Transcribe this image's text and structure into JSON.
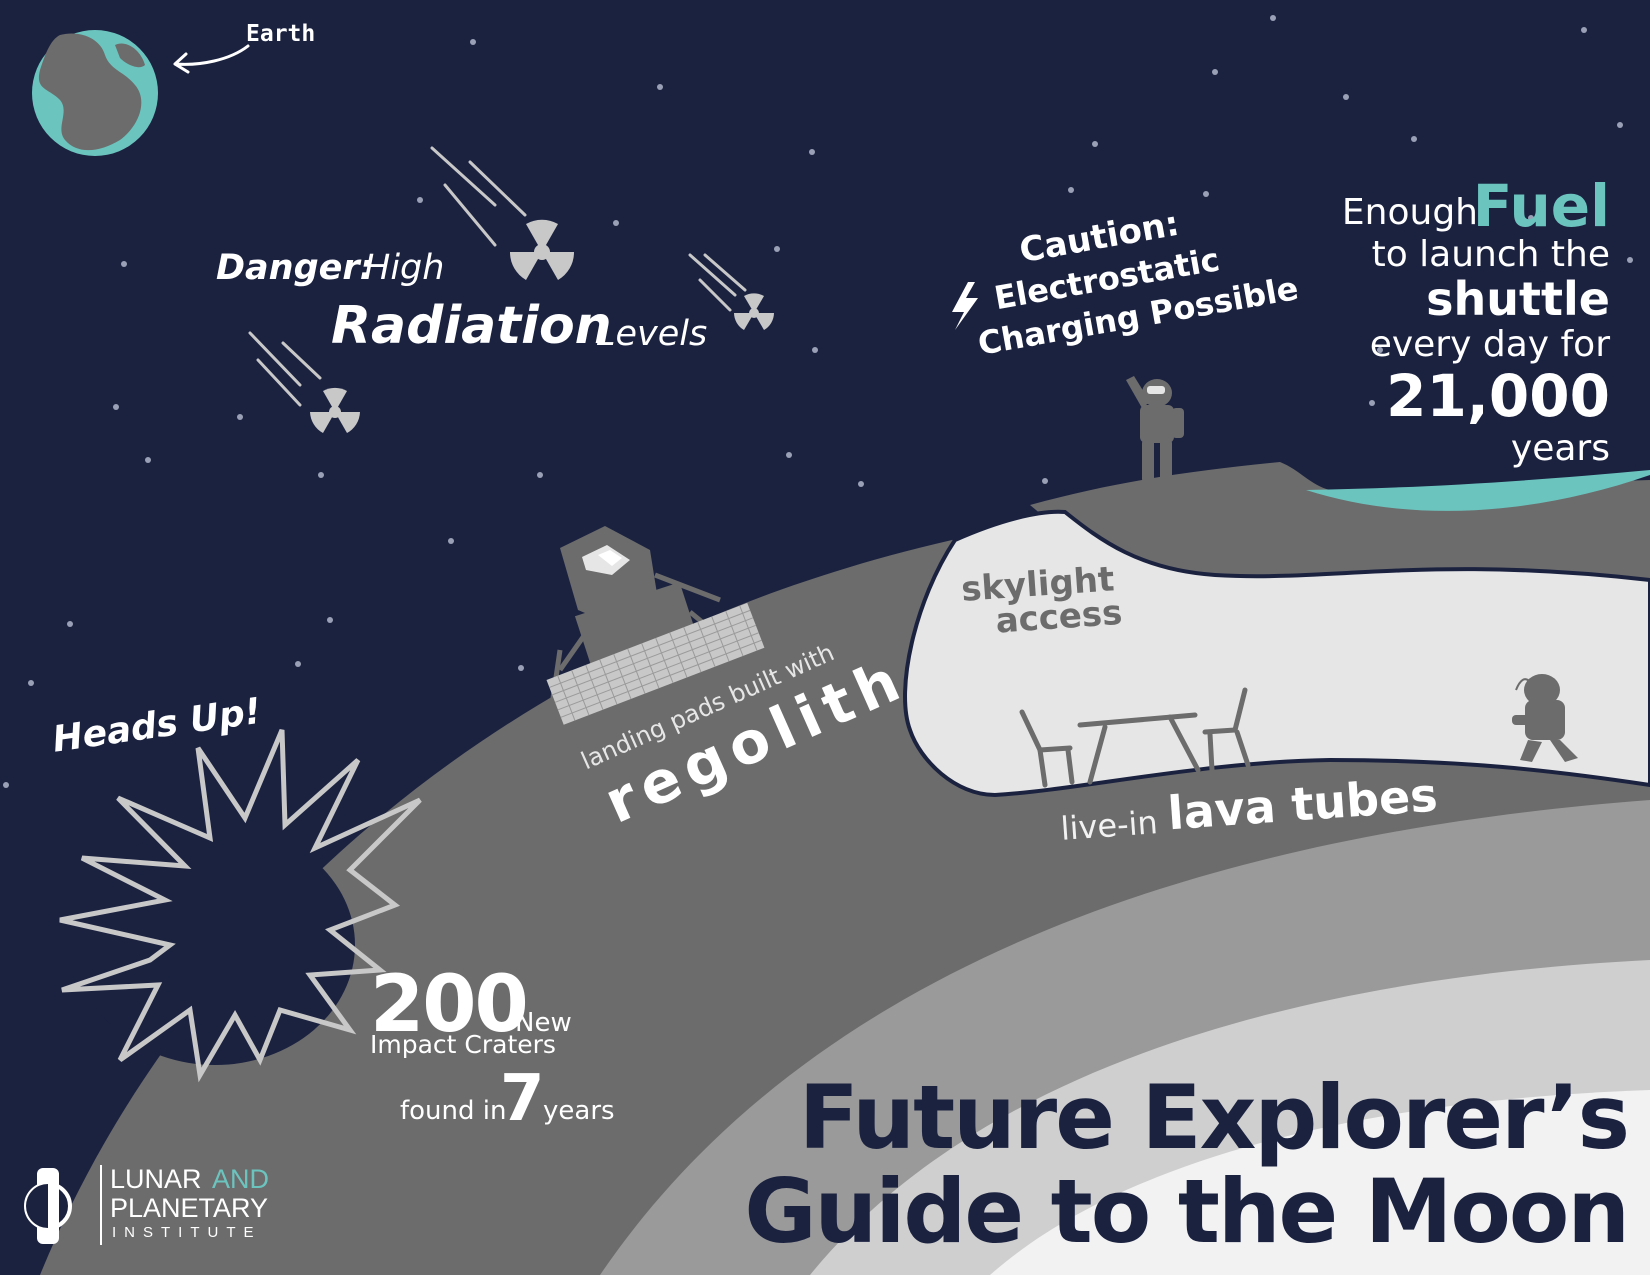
{
  "title": {
    "line1": "Future Explorer’s",
    "line2": "Guide to the Moon"
  },
  "earth_label": "Earth",
  "radiation": {
    "danger": "Danger:",
    "high": "High",
    "radiation": "Radiation",
    "levels": "Levels"
  },
  "caution": {
    "line1": "Caution:",
    "line2": "Electrostatic",
    "line3": "Charging Possible"
  },
  "fuel": {
    "enough": "Enough",
    "fuel": "Fuel",
    "line2": "to launch the",
    "shuttle": "shuttle",
    "line4": "every day for",
    "number": "21,000",
    "years": "years"
  },
  "regolith": {
    "line1": "landing pads built with",
    "word": "regolith"
  },
  "skylight": {
    "line1": "skylight",
    "line2": "access"
  },
  "lava": {
    "prefix": "live-in",
    "bold": "lava tubes"
  },
  "heads_up": "Heads Up!",
  "craters": {
    "number": "200",
    "new": "New",
    "line2": "Impact Craters",
    "found_in": "found in",
    "years_num": "7",
    "years": "years"
  },
  "logo": {
    "lunar": "LUNAR",
    "and": "AND",
    "planetary": "PLANETARY",
    "institute": "INSTITUTE"
  },
  "colors": {
    "space": "#1b2240",
    "moon_dark": "#6c6c6c",
    "moon_mid": "#9a9a9a",
    "moon_light": "#cfcfcf",
    "moon_core": "#f2f2f2",
    "lava_tube": "#e6e6e6",
    "ice_teal": "#6cc4bf",
    "title_navy": "#1b2240"
  }
}
